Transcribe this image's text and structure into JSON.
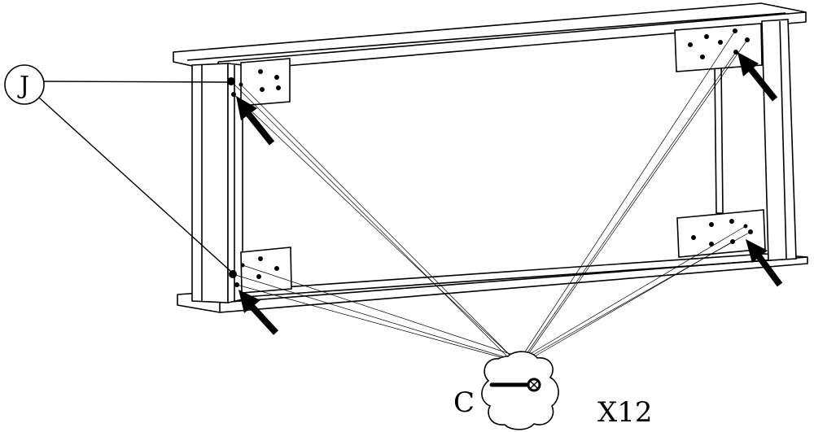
{
  "labels": {
    "part_j": "J",
    "part_c": "C",
    "quantity": "X12"
  },
  "colors": {
    "line": "#000000",
    "background": "#ffffff"
  },
  "icons": {
    "fastener_bag": "screw-in-bag-icon",
    "arrow": "pointer-arrow-icon"
  }
}
